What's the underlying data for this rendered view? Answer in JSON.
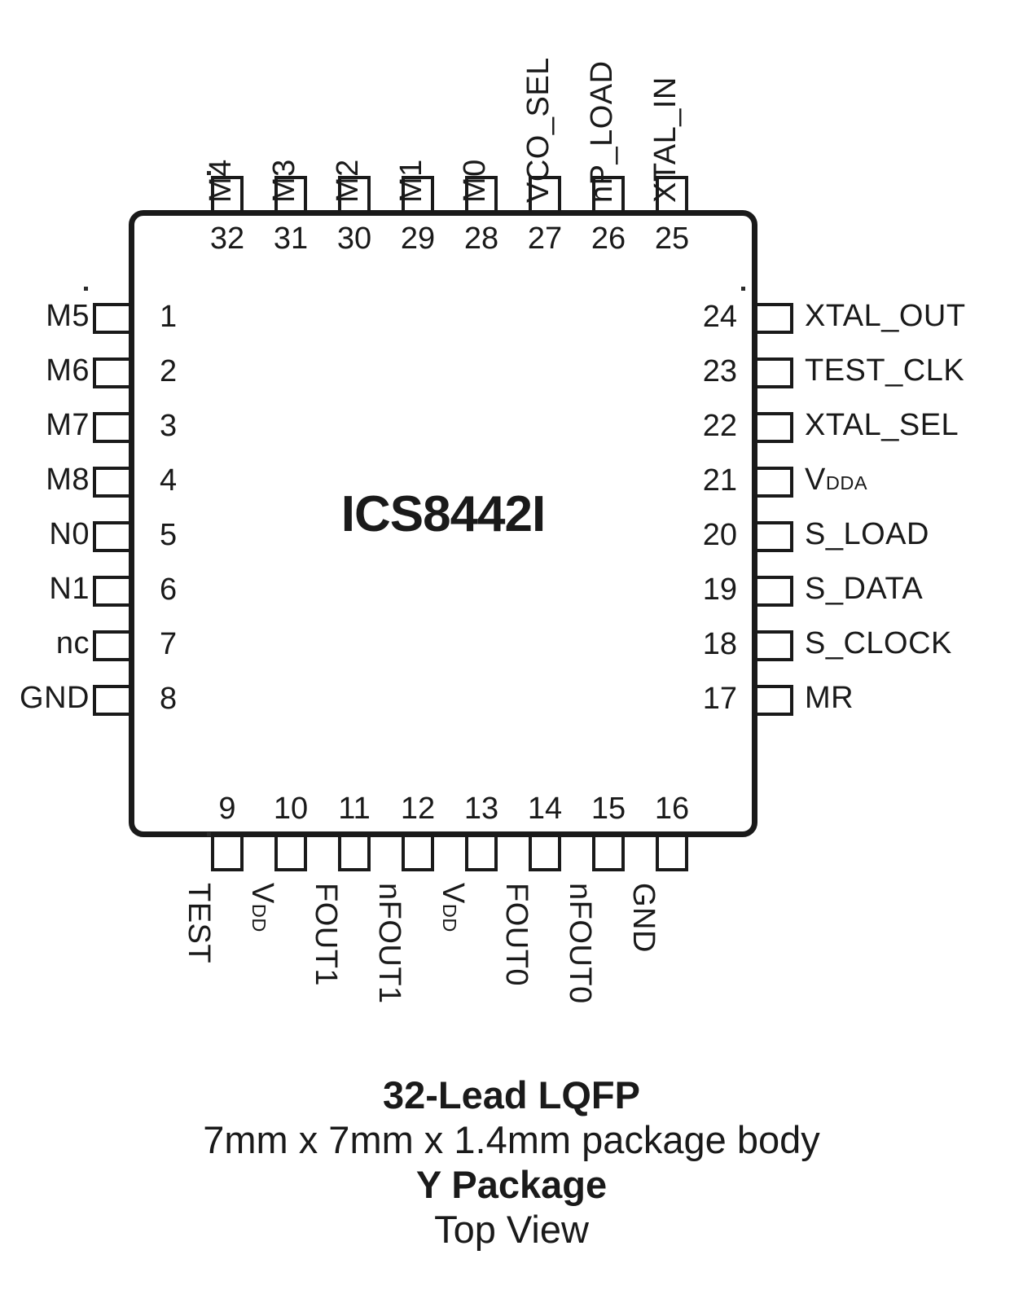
{
  "part": {
    "name": "ICS8442I"
  },
  "caption": {
    "line1": "32-Lead LQFP",
    "line2": "7mm x 7mm x 1.4mm package body",
    "line3": "Y Package",
    "line4": "Top View"
  },
  "pins": {
    "left": [
      {
        "number": "1",
        "label": "M5"
      },
      {
        "number": "2",
        "label": "M6"
      },
      {
        "number": "3",
        "label": "M7"
      },
      {
        "number": "4",
        "label": "M8"
      },
      {
        "number": "5",
        "label": "N0"
      },
      {
        "number": "6",
        "label": "N1"
      },
      {
        "number": "7",
        "label": "nc"
      },
      {
        "number": "8",
        "label": "GND"
      }
    ],
    "bottom": [
      {
        "number": "9",
        "label": "TEST"
      },
      {
        "number": "10",
        "label": "VDD",
        "base": "V",
        "sub": "DD"
      },
      {
        "number": "11",
        "label": "FOUT1"
      },
      {
        "number": "12",
        "label": "nFOUT1"
      },
      {
        "number": "13",
        "label": "VDD",
        "base": "V",
        "sub": "DD"
      },
      {
        "number": "14",
        "label": "FOUT0"
      },
      {
        "number": "15",
        "label": "nFOUT0"
      },
      {
        "number": "16",
        "label": "GND"
      }
    ],
    "right": [
      {
        "number": "17",
        "label": "MR"
      },
      {
        "number": "18",
        "label": "S_CLOCK"
      },
      {
        "number": "19",
        "label": "S_DATA"
      },
      {
        "number": "20",
        "label": "S_LOAD"
      },
      {
        "number": "21",
        "label": "VDDA",
        "base": "V",
        "sub": "DDA"
      },
      {
        "number": "22",
        "label": "XTAL_SEL"
      },
      {
        "number": "23",
        "label": "TEST_CLK"
      },
      {
        "number": "24",
        "label": "XTAL_OUT"
      }
    ],
    "top": [
      {
        "number": "25",
        "label": "XTAL_IN"
      },
      {
        "number": "26",
        "label": "nP_LOAD"
      },
      {
        "number": "27",
        "label": "VCO_SEL"
      },
      {
        "number": "28",
        "label": "M0"
      },
      {
        "number": "29",
        "label": "M1"
      },
      {
        "number": "30",
        "label": "M2"
      },
      {
        "number": "31",
        "label": "M3"
      },
      {
        "number": "32",
        "label": "M4"
      }
    ]
  },
  "colors": {
    "ink": "#1a1a1a",
    "background": "#ffffff"
  }
}
